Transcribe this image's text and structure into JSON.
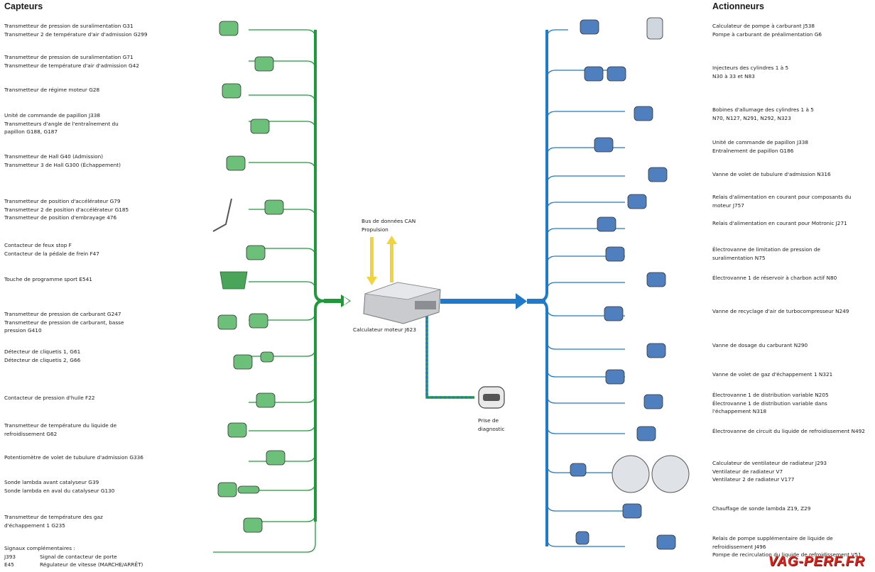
{
  "headings": {
    "sensors": "Capteurs",
    "actuators": "Actionneurs"
  },
  "sensors": [
    "Transmetteur de pression de suralimentation G31\nTransmetteur 2 de température d'air d'admission G299",
    "Transmetteur de pression de suralimentation G71\nTransmetteur de température d'air d'admission G42",
    "Transmetteur de régime moteur G28",
    "Unité de commande de papillon J338\nTransmetteurs d'angle de l'entraînement du\npapillon G188, G187",
    "Transmetteur de Hall G40 (Admission)\nTransmetteur 3 de Hall G300 (Échappement)",
    "Transmetteur de position d'accélérateur G79\nTransmetteur 2 de position d'accélérateur G185\nTransmetteur de position d'embrayage 476",
    "Contacteur de feux stop F\nContacteur de la pédale de frein F47",
    "Touche de programme sport E541",
    "Transmetteur de pression de carburant G247\nTransmetteur de pression de carburant, basse\npression G410",
    "Détecteur de cliquetis 1, G61\nDétecteur de cliquetis 2, G66",
    "Contacteur de pression d'huile F22",
    "Transmetteur de température du liquide de\nrefroidissement G62",
    "Potentiomètre de volet de tubulure d'admission G336",
    "Sonde lambda avant catalyseur G39\nSonde lambda en aval du catalyseur G130",
    "Transmetteur de température des gaz\nd'échappement 1 G235"
  ],
  "signals": {
    "title": "Signaux complémentaires :",
    "items": [
      {
        "code": "J393",
        "text": "Signal de contacteur de porte"
      },
      {
        "code": "E45",
        "text": "Régulateur de vitesse (MARCHE/ARRÊT)"
      }
    ]
  },
  "actuators": [
    "Calculateur de pompe à carburant J538\nPompe à carburant de préalimentation G6",
    "Injecteurs des cylindres 1 à 5\nN30 à 33 et N83",
    "Bobines d'allumage des cylindres 1 à 5\nN70, N127, N291, N292, N323",
    "Unité de commande de papillon J338\nEntraînement de papillon G186",
    "Vanne de volet de tubulure d'admission N316",
    "Relais d'alimentation en courant pour composants du\nmoteur J757",
    "Relais d'alimentation en courant pour Motronic J271",
    "Électrovanne de limitation de pression de\nsuralimentation N75",
    "Électrovanne 1 de réservoir à charbon actif N80",
    "Vanne de recyclage d'air de turbocompresseur N249",
    "Vanne de dosage du carburant N290",
    "Vanne de volet de gaz d'échappement 1 N321",
    "Électrovanne 1 de distribution variable N205\nÉlectrovanne 1 de distribution variable dans\nl'échappement N318",
    "Électrovanne de circuit du liquide de refroidissement N492",
    "Calculateur de ventilateur de radiateur J293\nVentilateur de radiateur V7\nVentilateur 2 de radiateur V177",
    "Chauffage de sonde lambda Z19, Z29",
    "Relais de pompe supplémentaire de liquide de\nrefroidissement J496\nPompe de recirculation du liquide de refroidissement V51"
  ],
  "center": {
    "can_bus": "Bus de données CAN\nPropulsion",
    "ecu": "Calculateur moteur J623",
    "diag": "Prise de\ndiagnostic"
  },
  "colors": {
    "sensors_line": "#1f9a3a",
    "actuators_line": "#1f7acc",
    "can_arrow": "#f2d43a"
  },
  "watermark": "VAG-PERF.FR"
}
